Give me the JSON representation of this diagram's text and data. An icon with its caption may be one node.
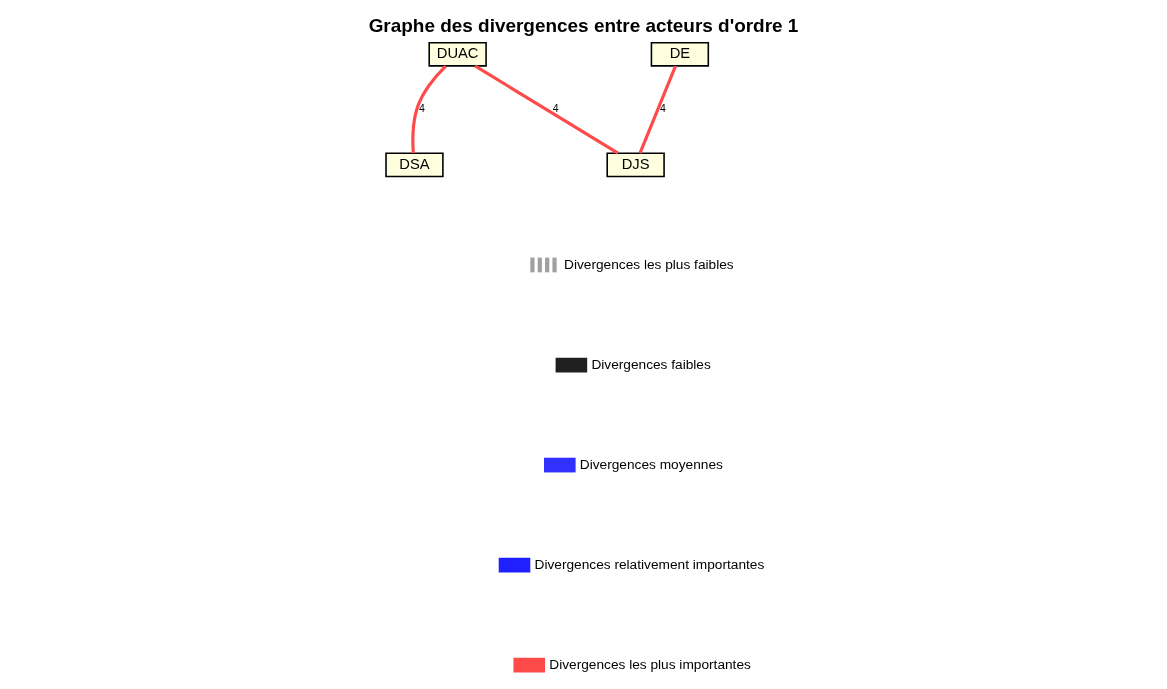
{
  "diagram": {
    "title": "Graphe des divergences entre acteurs d'ordre 1",
    "nodes": [
      {
        "text": [
          "DUAC"
        ]
      },
      {
        "text": [
          "DE"
        ]
      },
      {
        "text": [
          "DSA"
        ]
      },
      {
        "text": [
          "DJS"
        ]
      }
    ],
    "edges": [
      {
        "from": 0,
        "to": 2,
        "arrow": "none",
        "label": "4"
      },
      {
        "from": 0,
        "to": 3,
        "arrow": "none",
        "label": "4"
      },
      {
        "from": 1,
        "to": 3,
        "arrow": "none",
        "label": "4"
      }
    ],
    "legend": [
      {
        "text": "Divergences les plus faibles"
      },
      {
        "text": "Divergences faibles"
      },
      {
        "text": "Divergences moyennes"
      },
      {
        "text": "Divergences relativement importantes"
      },
      {
        "text": "Divergences les plus importantes"
      }
    ]
  }
}
